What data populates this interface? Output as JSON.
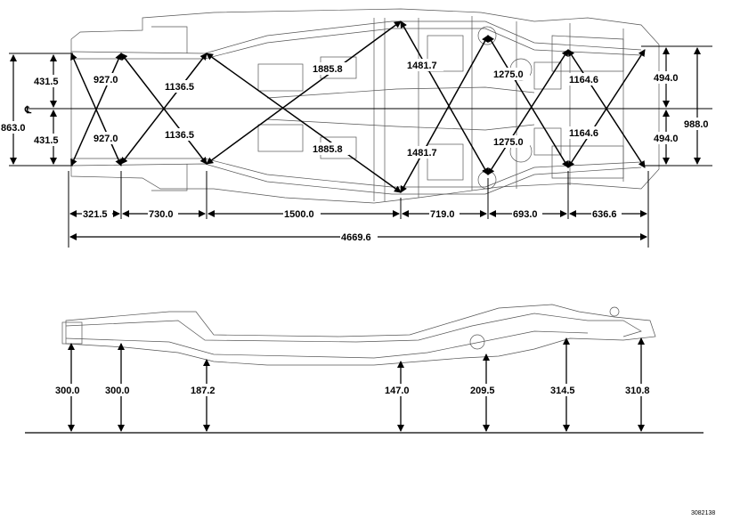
{
  "diagram": {
    "centerline_symbol": "℄",
    "reference_number": "3082138",
    "top_view": {
      "width_dims": {
        "a": "431.5",
        "b": "431.5",
        "total_front": "863.0",
        "c": "494.0",
        "d": "494.0",
        "total_rear": "988.0"
      },
      "diagonals": {
        "d1": "927.0",
        "d2": "927.0",
        "d3": "1136.5",
        "d4": "1136.5",
        "d5": "1885.8",
        "d6": "1885.8",
        "d7": "1481.7",
        "d8": "1481.7",
        "d9": "1275.0",
        "d10": "1275.0",
        "d11": "1164.6",
        "d12": "1164.6"
      },
      "length_dims": {
        "s1": "321.5",
        "s2": "730.0",
        "s3": "1500.0",
        "s4": "719.0",
        "s5": "693.0",
        "s6": "636.6",
        "total": "4669.6"
      }
    },
    "side_view": {
      "heights": [
        "300.0",
        "300.0",
        "187.2",
        "147.0",
        "209.5",
        "314.5",
        "310.8"
      ]
    }
  }
}
